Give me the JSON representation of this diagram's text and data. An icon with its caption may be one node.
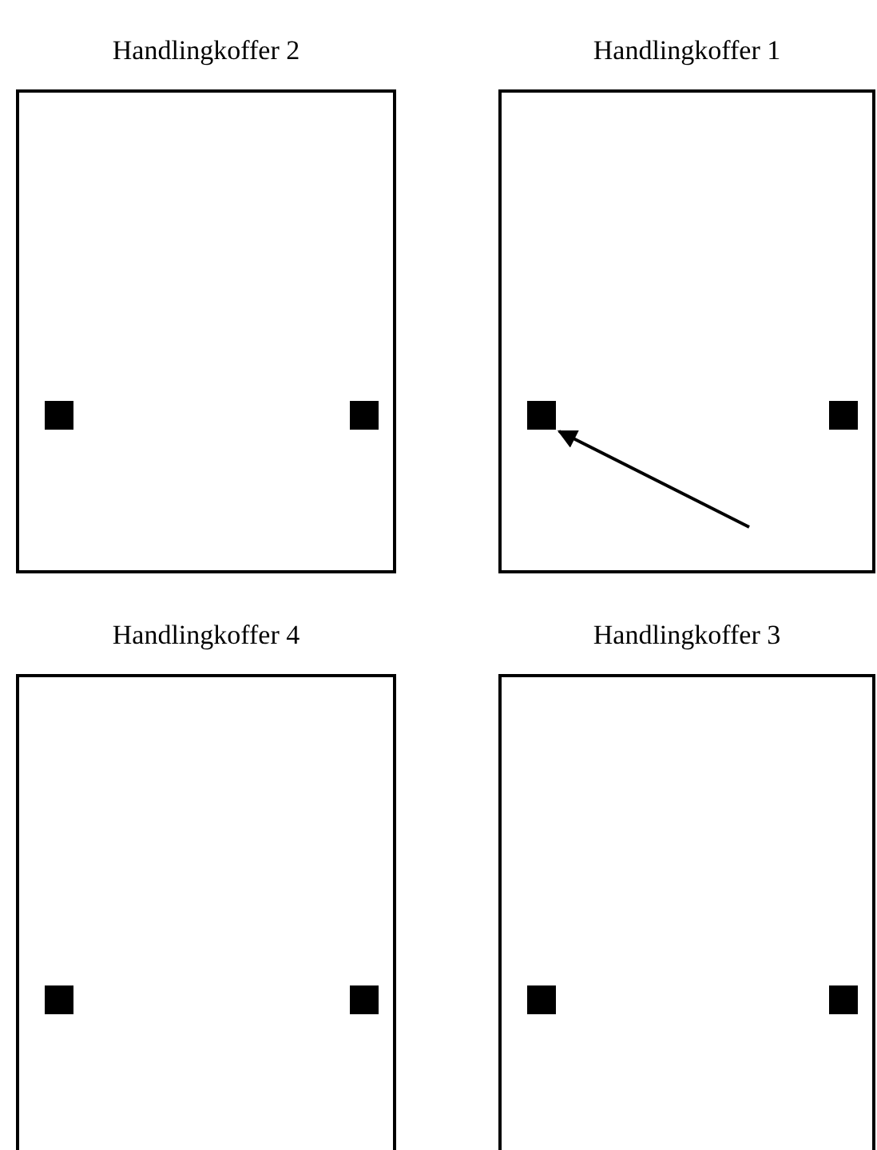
{
  "diagram": {
    "nodes": [
      {
        "text": [
          "Handlingkoffer 2"
        ]
      },
      {
        "text": [],
        "shape": "box",
        "in": 0
      },
      {
        "text": [],
        "shape": "box",
        "in": 0
      },
      {
        "text": [
          "Handlingkoffer 1"
        ]
      },
      {
        "text": [],
        "shape": "box",
        "in": 3
      },
      {
        "text": [],
        "shape": "box",
        "in": 3
      },
      {
        "text": [
          "Handlingkoffer 4"
        ]
      },
      {
        "text": [],
        "shape": "box",
        "in": 6
      },
      {
        "text": [],
        "shape": "box",
        "in": 6
      },
      {
        "text": [
          "Handlingkoffer 3"
        ]
      },
      {
        "text": [],
        "shape": "box",
        "in": 9
      },
      {
        "text": [],
        "shape": "box",
        "in": 9
      }
    ],
    "edges": [
      {
        "from": null,
        "to": 4,
        "arrow": "to"
      }
    ]
  }
}
